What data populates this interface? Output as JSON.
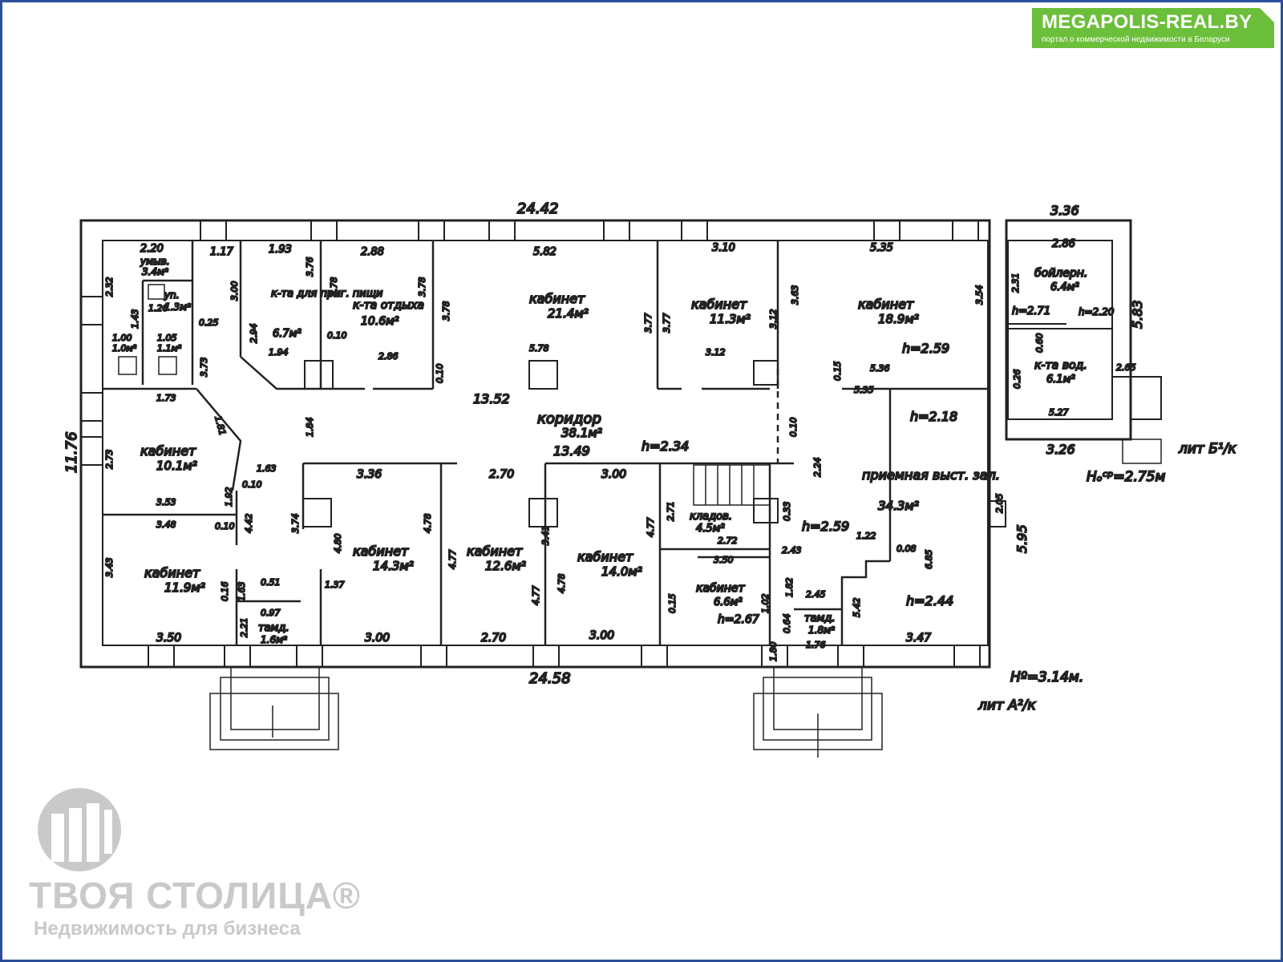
{
  "brand": {
    "name": "MEGAPOLIS-REAL.BY",
    "tagline": "портал о коммерческой недвижимости в Беларуси",
    "color": "#6cbf3a"
  },
  "watermark": {
    "name": "ТВОЯ СТОЛИЦА®",
    "tagline": "Недвижимость для бизнеса",
    "color": "#c9c9c9"
  },
  "frame_color": "#2d4e9a",
  "plan": {
    "dims": {
      "top_total": "24.42",
      "bottom_total": "24.58",
      "left_total": "11.76",
      "annex_top": "3.36",
      "annex_bottom": "3.26",
      "annex_right": "5.83",
      "right_side": "5.95",
      "top_segments": [
        "2.20",
        "1.17",
        "1.93",
        "2.88",
        "5.82",
        "3.10",
        "5.35",
        "2.86"
      ],
      "corridor_top": "13.52",
      "corridor_mid": "13.49",
      "lower_segments": [
        "3.36",
        "2.70",
        "3.00"
      ],
      "bottom_segments": [
        "3.50",
        "3.00",
        "2.70",
        "3.00",
        "3.47"
      ],
      "misc": [
        "2.32",
        "1.43",
        "1.26",
        "1.00",
        "1.05",
        "0.25",
        "3.73",
        "3.00",
        "2.94",
        "3.76",
        "3.78",
        "3.78",
        "3.78",
        "0.10",
        "2.86",
        "1.94",
        "5.78",
        "3.77",
        "3.77",
        "3.12",
        "3.12",
        "3.63",
        "3.54",
        "5.36",
        "5.35",
        "0.15",
        "0.10",
        "1.73",
        "1.81",
        "1.84",
        "2.73",
        "1.63",
        "3.53",
        "3.48",
        "1.92",
        "0.10",
        "4.42",
        "0.10",
        "3.74",
        "4.80",
        "4.78",
        "4.77",
        "4.77",
        "4.78",
        "4.77",
        "3.41",
        "3.43",
        "0.16",
        "1.63",
        "0.51",
        "1.37",
        "0.97",
        "2.21",
        "2.71",
        "2.72",
        "3.50",
        "0.33",
        "2.43",
        "0.15",
        "1.82",
        "2.45",
        "1.02",
        "0.64",
        "1.80",
        "1.76",
        "5.42",
        "1.22",
        "0.08",
        "6.85",
        "2.05",
        "0.10",
        "2.24",
        "2.31",
        "0.26",
        "0.60",
        "2.65",
        "5.27"
      ]
    },
    "rooms": [
      {
        "name": "умыв.",
        "area": "3.4м²"
      },
      {
        "name": "уn.",
        "area": "1.3м²"
      },
      {
        "name": "",
        "area": "1.0м²"
      },
      {
        "name": "",
        "area": "1.1м²"
      },
      {
        "name": "к-та для приг. пищи",
        "area": "6.7м²"
      },
      {
        "name": "к-та отдыха",
        "area": "10.6м²"
      },
      {
        "name": "кабинет",
        "area": "21.4м²"
      },
      {
        "name": "кабинет",
        "area": "11.3м²"
      },
      {
        "name": "кабинет",
        "area": "18.9м²"
      },
      {
        "name": "бойлерн.",
        "area": "6.4м²"
      },
      {
        "name": "к-та вод.",
        "area": "6.1м²"
      },
      {
        "name": "коридор",
        "area": "38.1м²"
      },
      {
        "name": "кабинет",
        "area": "10.1м²"
      },
      {
        "name": "кабинет",
        "area": "11.9м²"
      },
      {
        "name": "кабинет",
        "area": "14.3м²"
      },
      {
        "name": "кабинет",
        "area": "12.6м²"
      },
      {
        "name": "кабинет",
        "area": "14.0м²"
      },
      {
        "name": "кладов.",
        "area": "4.5м²"
      },
      {
        "name": "кабинет",
        "area": "6.6м²"
      },
      {
        "name": "тамд.",
        "area": "1.6м²"
      },
      {
        "name": "тамд.",
        "area": "1.8м²"
      },
      {
        "name": "приемная выст. зал.",
        "area": "34.3м²"
      }
    ],
    "heights": [
      "h=2.59",
      "h=2.18",
      "h=2.34",
      "h=2.59",
      "h=2.67",
      "h=2.44",
      "h=2.71",
      "h=2.20"
    ],
    "notes": {
      "lit_b": "лит Б¹/к",
      "h_cp": "Hₒᶜᵖ=2.75м",
      "h0": "Hº=3.14м.",
      "lit_a": "лит А²/к"
    }
  }
}
